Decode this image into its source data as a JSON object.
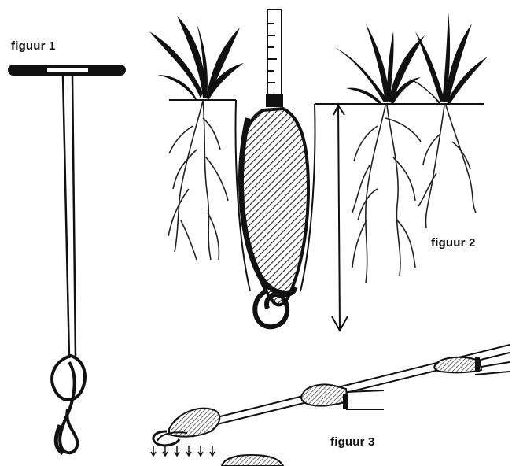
{
  "labels": {
    "fig1": "figuur 1",
    "fig2": "figuur 2",
    "fig3": "figuur 3"
  },
  "colors": {
    "ink": "#111111",
    "hatch": "#333333",
    "background": "#ffffff"
  }
}
